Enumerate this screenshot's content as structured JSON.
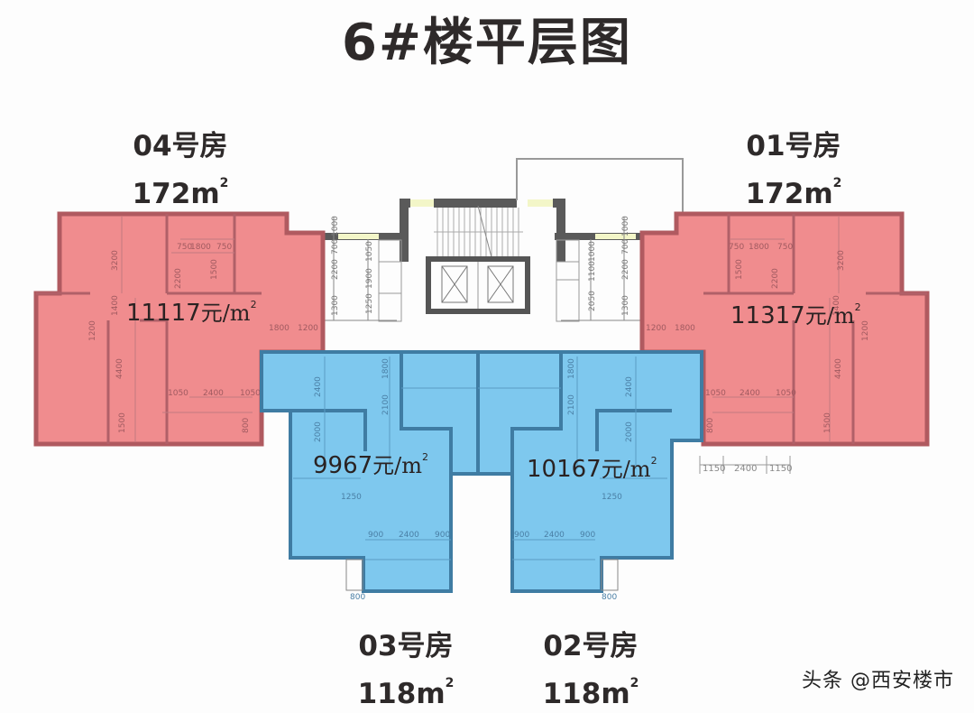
{
  "title": "6#楼平层图",
  "colors": {
    "large_unit_fill": "#f08c8e",
    "large_unit_wall": "#b05a60",
    "small_unit_fill": "#7ec8ee",
    "small_unit_wall": "#3f7ca3",
    "core_wall": "#555555",
    "window_highlight": "#f3f6c8",
    "text": "#2e2a2a"
  },
  "units": [
    {
      "id": "04",
      "name": "04号房",
      "area_value": "172",
      "area_unit": "m",
      "area_sup": "2",
      "price_value": "11117",
      "price_unit": "元/m",
      "price_sup": "2",
      "color": "red"
    },
    {
      "id": "01",
      "name": "01号房",
      "area_value": "172",
      "area_unit": "m",
      "area_sup": "2",
      "price_value": "11317",
      "price_unit": "元/m",
      "price_sup": "2",
      "color": "red"
    },
    {
      "id": "03",
      "name": "03号房",
      "area_value": "118",
      "area_unit": "m",
      "area_sup": "2",
      "price_value": "9967",
      "price_unit": "元/m",
      "price_sup": "2",
      "color": "blue"
    },
    {
      "id": "02",
      "name": "02号房",
      "area_value": "118",
      "area_unit": "m",
      "area_sup": "2",
      "price_value": "10167",
      "price_unit": "元/m",
      "price_sup": "2",
      "color": "blue"
    }
  ],
  "dimensions": {
    "core_left": [
      "1000",
      "700",
      "2200",
      "1300",
      "1050",
      "1900",
      "1250"
    ],
    "core_right": [
      "1000",
      "700",
      "2200",
      "1300",
      "1000",
      "1100",
      "2050"
    ],
    "unit04": [
      "3200",
      "700",
      "750",
      "1800",
      "750",
      "2200",
      "1500",
      "800",
      "1400",
      "1200",
      "4400",
      "1050",
      "2400",
      "1050",
      "1500",
      "800",
      "1800",
      "1200"
    ],
    "unit01": [
      "3200",
      "700",
      "750",
      "1800",
      "750",
      "2200",
      "1500",
      "800",
      "1400",
      "1200",
      "4400",
      "1050",
      "2400",
      "1050",
      "1500",
      "800",
      "1200",
      "1800"
    ],
    "unit03": [
      "2400",
      "1800",
      "2100",
      "2000",
      "1250",
      "900",
      "2400",
      "900",
      "800"
    ],
    "unit02": [
      "2400",
      "1800",
      "2100",
      "2000",
      "1250",
      "900",
      "2400",
      "900",
      "800"
    ],
    "bottom_right": [
      "1150",
      "2400",
      "1150"
    ]
  },
  "watermark": "头条 @西安楼市"
}
